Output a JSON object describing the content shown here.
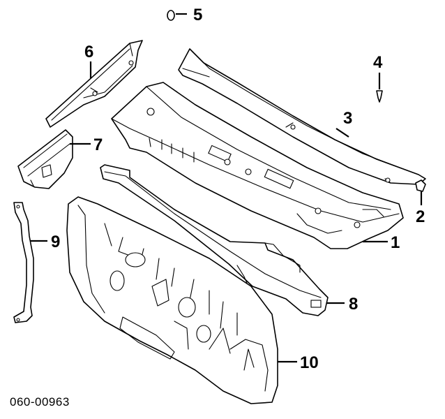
{
  "diagram": {
    "code": "060-00963",
    "callouts": {
      "c1": "1",
      "c2": "2",
      "c3": "3",
      "c4": "4",
      "c5": "5",
      "c6": "6",
      "c7": "7",
      "c8": "8",
      "c9": "9",
      "c10": "10"
    }
  }
}
